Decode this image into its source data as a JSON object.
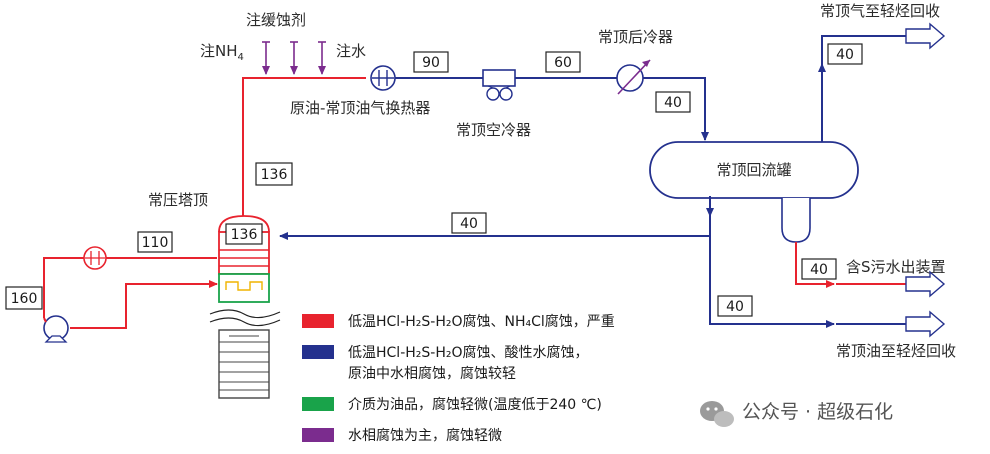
{
  "colors": {
    "severe": "#e8232e",
    "mild": "#24318e",
    "slight": "#19a34a",
    "water": "#7b2c8e",
    "line": "#3b3b6b"
  },
  "labels": {
    "inhibitor": "注缓蚀剂",
    "nh4": "注NH",
    "nh4_sub": "4",
    "water_inject": "注水",
    "exchanger": "原油-常顶油气换热器",
    "air_cooler": "常顶空冷器",
    "after_cooler": "常顶后冷器",
    "drum": "常顶回流罐",
    "gas_out": "常顶气至轻烃回收",
    "sour_water": "含S污水出装置",
    "oil_out": "常顶油至轻烃回收",
    "tower_top": "常压塔顶"
  },
  "temps": {
    "t90": "90",
    "t60": "60",
    "t40_after": "40",
    "t40_gas": "40",
    "t136_line": "136",
    "t136_tower": "136",
    "t110": "110",
    "t160": "160",
    "t40_reflux": "40",
    "t40_water": "40",
    "t40_oil": "40"
  },
  "legend": [
    {
      "color": "#e8232e",
      "text": "低温HCl-H₂S-H₂O腐蚀、NH₄Cl腐蚀，严重"
    },
    {
      "color": "#24318e",
      "text": "低温HCl-H₂S-H₂O腐蚀、酸性水腐蚀，",
      "text2": "原油中水相腐蚀，腐蚀较轻"
    },
    {
      "color": "#19a34a",
      "text": "介质为油品，腐蚀轻微(温度低于240 ℃)"
    },
    {
      "color": "#7b2c8e",
      "text": "水相腐蚀为主，腐蚀轻微"
    }
  ],
  "watermark": "公众号 · 超级石化"
}
